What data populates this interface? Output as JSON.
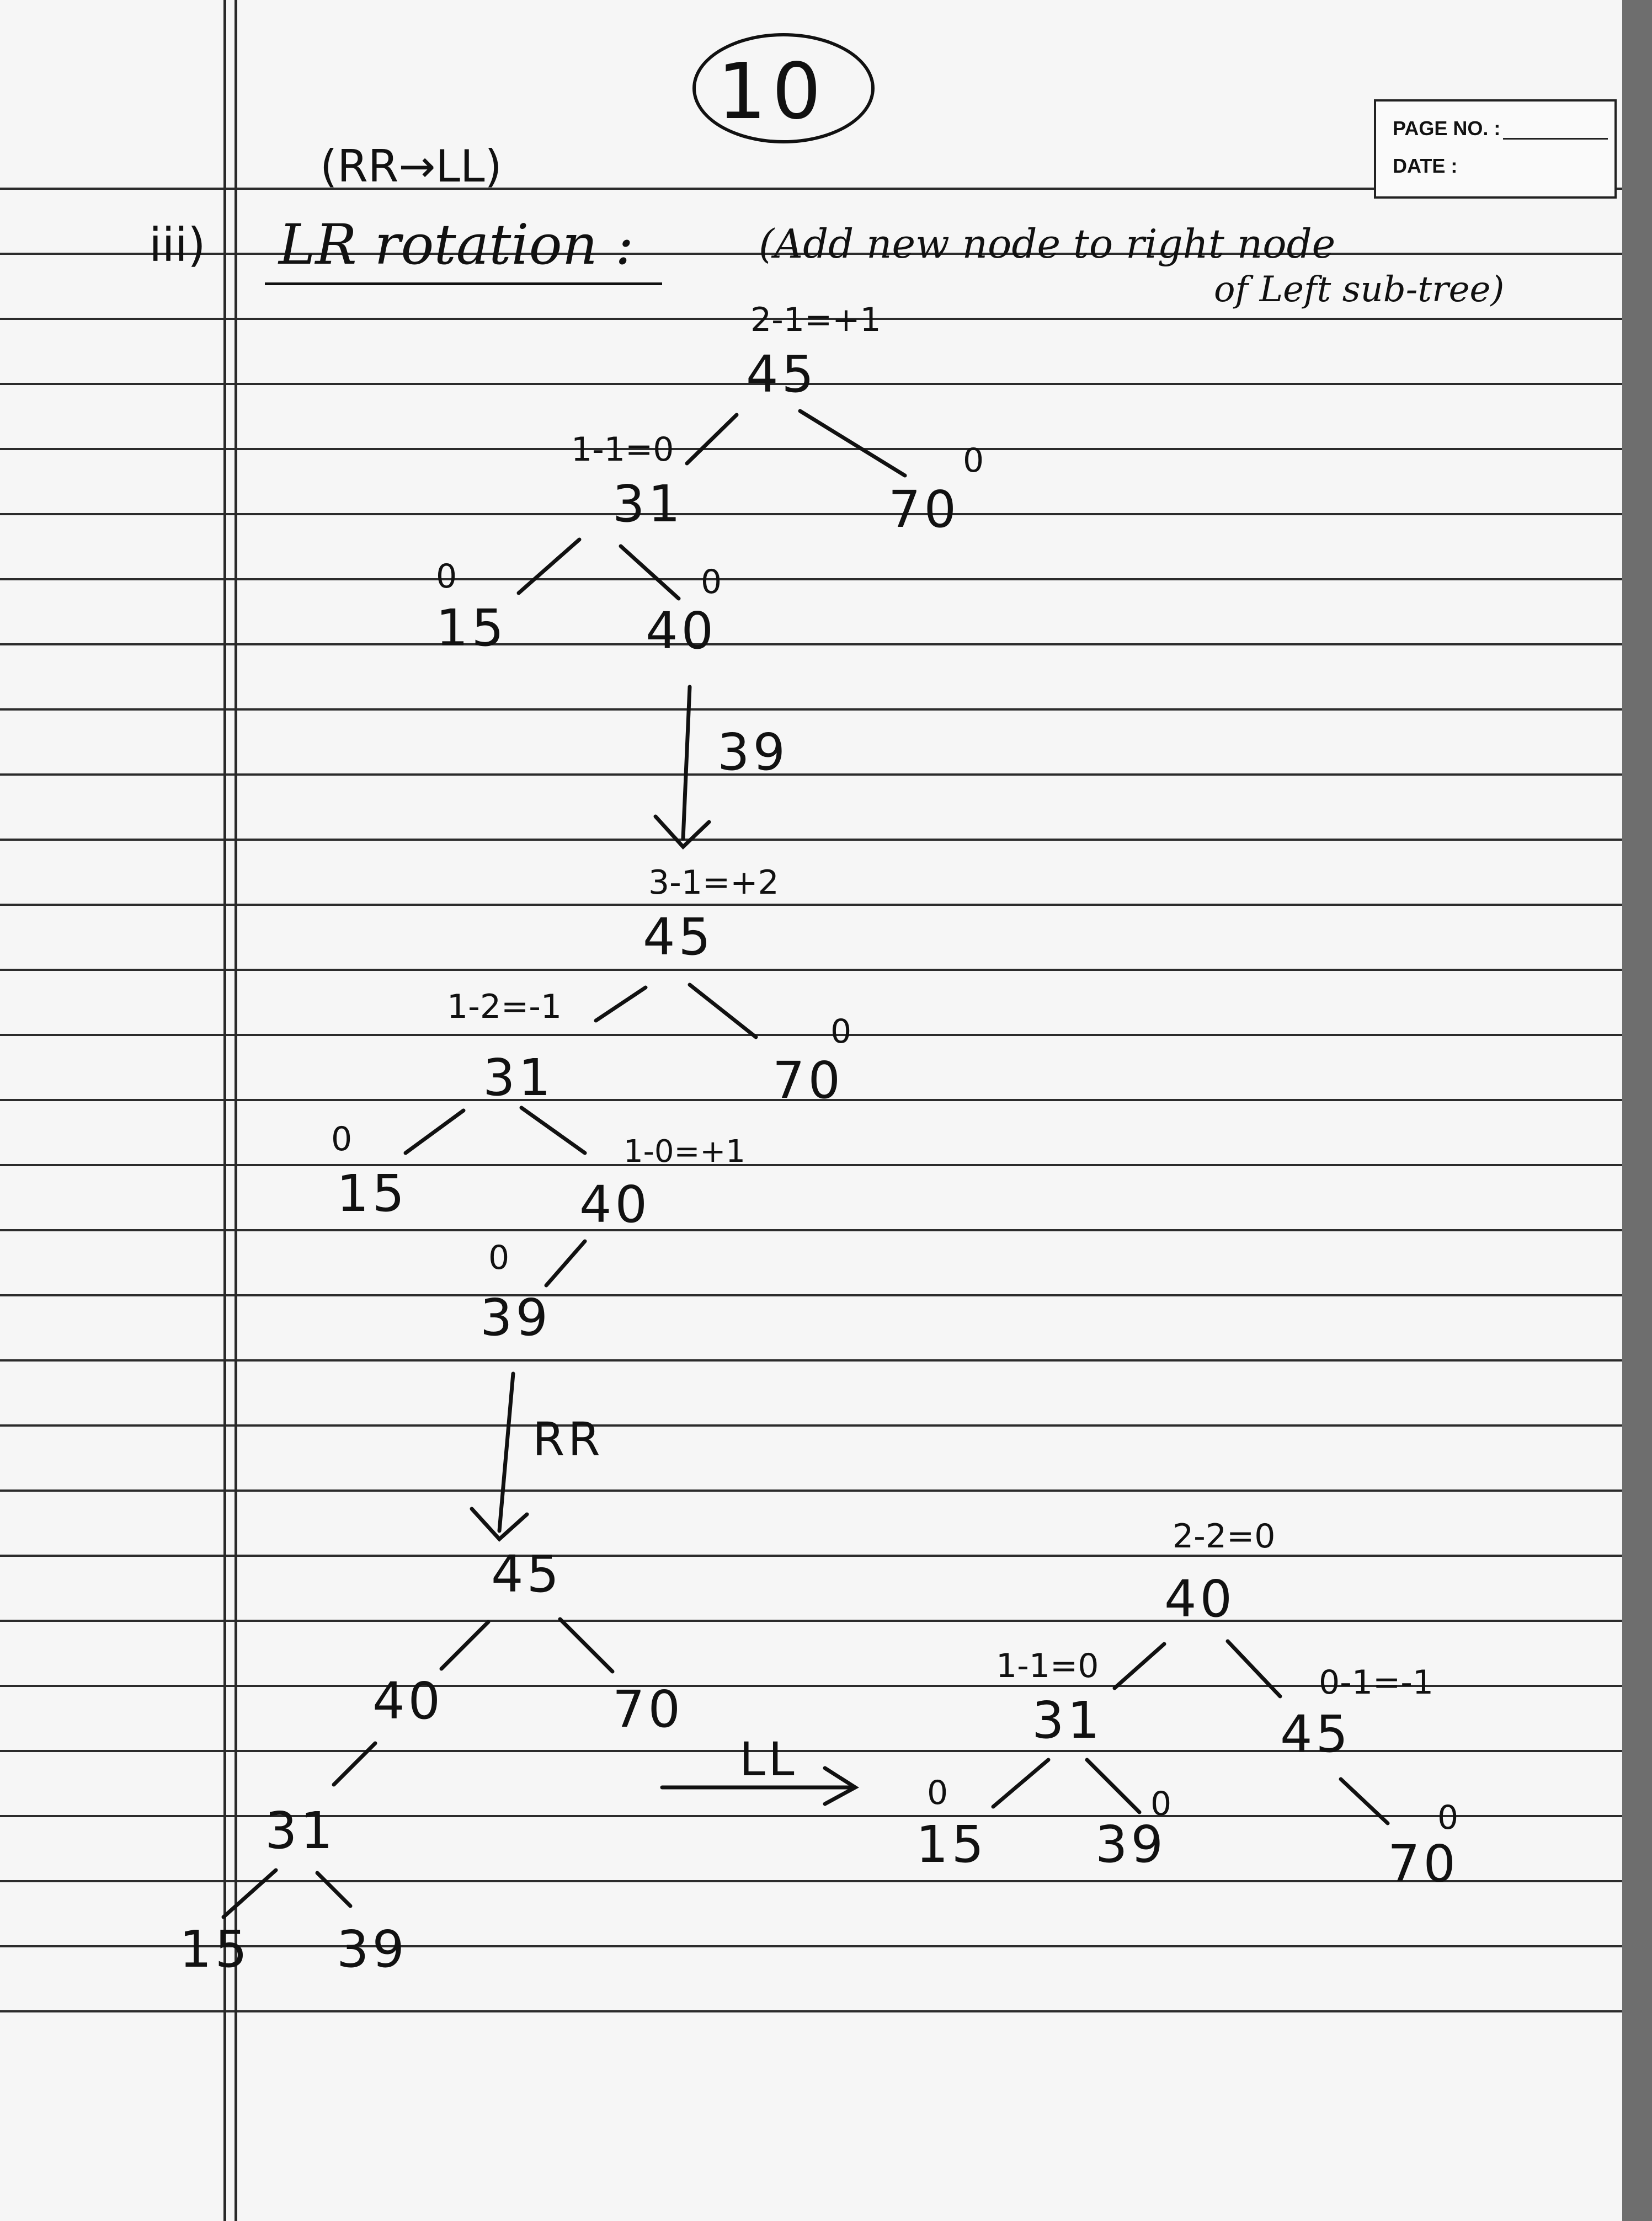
{
  "header": {
    "page_no_label": "PAGE NO. :",
    "date_label": "DATE :",
    "page_number": "10"
  },
  "heading": {
    "rotation_note": "(RR→LL)",
    "item_marker": "iii)",
    "title": "LR rotation :",
    "description_line1": "(Add new node to right node",
    "description_line2": "of Left sub-tree)"
  },
  "tree1": {
    "root_bf": "2-1=+1",
    "root": "45",
    "left_bf": "1-1=0",
    "left": "31",
    "right_bf": "0",
    "right": "70",
    "ll_bf": "0",
    "ll": "15",
    "lr_bf": "0",
    "lr": "40"
  },
  "step1": {
    "label": "39"
  },
  "tree2": {
    "root_bf": "3-1=+2",
    "root": "45",
    "left_bf": "1-2=-1",
    "left": "31",
    "right_bf": "0",
    "right": "70",
    "ll_bf": "0",
    "ll": "15",
    "lr_bf": "1-0=+1",
    "lr": "40",
    "new_bf": "0",
    "new": "39"
  },
  "step2": {
    "label": "RR"
  },
  "tree3": {
    "root": "45",
    "left": "40",
    "right": "70",
    "ll": "31",
    "lll": "15",
    "llr": "39"
  },
  "step3": {
    "label": "LL"
  },
  "tree4": {
    "root_bf": "2-2=0",
    "root": "40",
    "left_bf": "1-1=0",
    "left": "31",
    "right_bf": "0-1=-1",
    "right": "45",
    "ll_bf": "0",
    "ll": "15",
    "lr_bf": "0",
    "lr": "39",
    "rr_bf": "0",
    "rr": "70"
  },
  "colors": {
    "ink": "#111111",
    "paper": "#f6f6f6",
    "rule": "#2c2c2c"
  }
}
